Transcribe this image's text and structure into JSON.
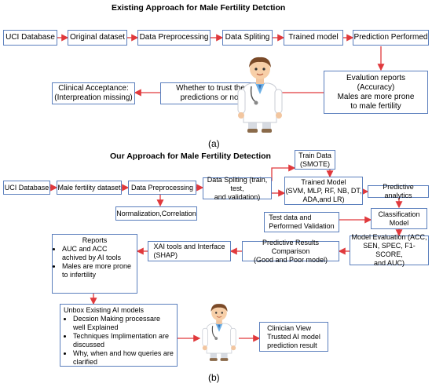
{
  "part_a": {
    "title": "Existing Approach for Male Fertility Detction",
    "boxes": {
      "uci": "UCI Database",
      "original": "Original dataset",
      "preproc": "Data Preprocessing",
      "split": "Data Spliting",
      "trained": "Trained model",
      "prediction": "Prediction Performed",
      "eval_line1": "Evalution reports",
      "eval_line2": "(Accuracy)",
      "eval_line3": "Males are more prone",
      "eval_line4": "to male fertility",
      "trust_line1": "Whether to trust the",
      "trust_line2": "predictions or not",
      "clinical_line1": "Clinical Acceptance:",
      "clinical_line2": "(Interpreation missing)"
    },
    "label": "(a)"
  },
  "part_b": {
    "title": "Our Approach for Male Fertility Detection",
    "boxes": {
      "uci": "UCI Database",
      "dataset": "Male fertility dataset",
      "preproc": "Data Preprocessing",
      "normcorr": "Normalization,Correlation",
      "split_line1": "Data Spliting (train, test,",
      "split_line2": "and validation)",
      "train_line1": "Train Data",
      "train_line2": "(SMOTE)",
      "trained_line1": "Trained Model",
      "trained_line2": "(SVM, MLP, RF, NB, DT,",
      "trained_line3": "ADA,and LR)",
      "predictive": "Predictive analytics",
      "testdata_line1": "Test data and",
      "testdata_line2": "Performed Validation",
      "classification_line1": "Classification",
      "classification_line2": "Model",
      "modeleval_line1": "Model Evaluation  (ACC,",
      "modeleval_line2": "SEN, SPEC, F1-SCORE,",
      "modeleval_line3": "and AUC)",
      "comparison_line1": "Predictive Results Comparison",
      "comparison_line2": "(Good and Poor model)",
      "xai_line1": "XAI tools and Interface",
      "xai_line2": "(SHAP)",
      "reports_title": "Reports",
      "reports_item1": "AUC and ACC achived by AI tools",
      "reports_item2": "Males are more prone to infertility",
      "unbox_title": "Unbox Existing AI models",
      "unbox_item1": "Decsion Making processare well Explained",
      "unbox_item2": "Techniques Implimentation are discussed",
      "unbox_item3": "Why, when and how queries are clarified",
      "clinician_line1": "Clinician View",
      "clinician_line2": "Trusted AI model",
      "clinician_line3": "prediction result"
    },
    "label": "(b)"
  },
  "colors": {
    "box_border": "#5b7fbd",
    "arrow": "#e0393c"
  },
  "icons": [
    "doctor-illustration-top",
    "doctor-illustration-bottom"
  ]
}
